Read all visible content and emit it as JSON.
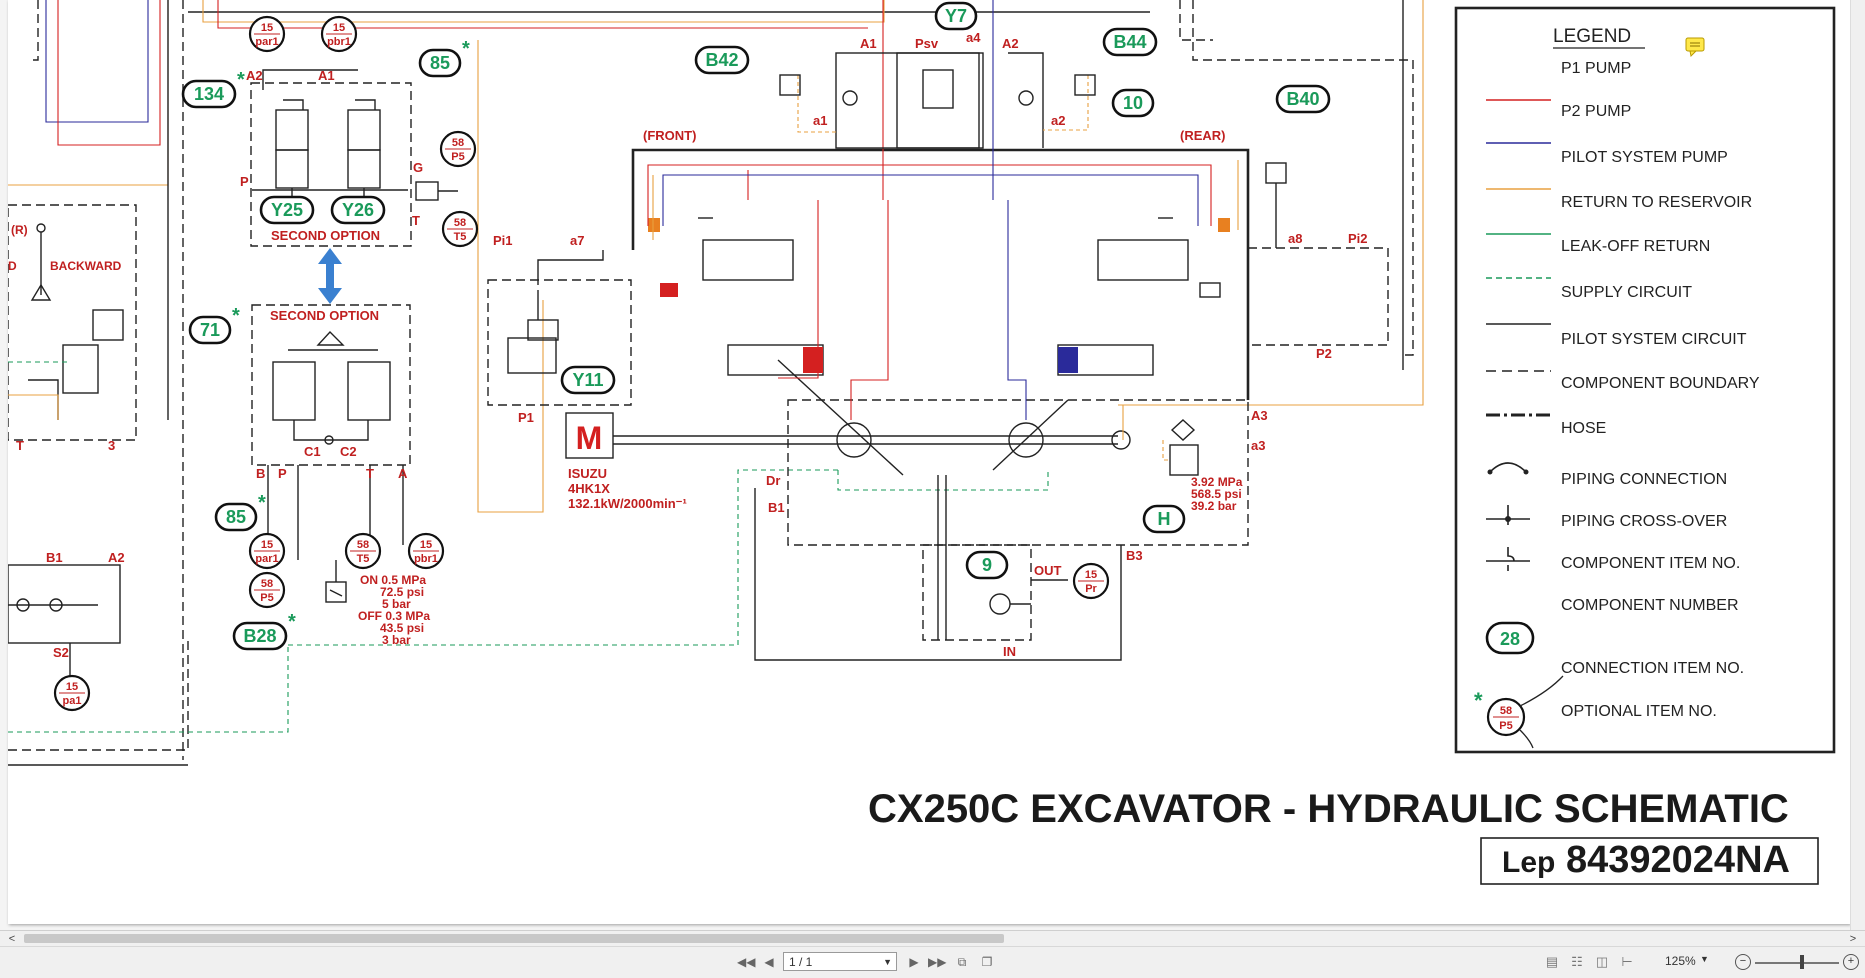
{
  "document": {
    "title": "CX250C  EXCAVATOR - HYDRAULIC SCHEMATIC",
    "lep_prefix": "Lep",
    "lep_number": "84392024NA"
  },
  "legend": {
    "heading": "LEGEND",
    "items": [
      {
        "label": "P1 PUMP",
        "color": "#d42020"
      },
      {
        "label": "P2 PUMP",
        "color": "#2a2a9a"
      },
      {
        "label": "PILOT SYSTEM PUMP",
        "color": "#f0a030"
      },
      {
        "label": "RETURN TO RESERVOIR",
        "color": "#1a9a5a"
      },
      {
        "label": "LEAK-OFF RETURN",
        "color": "#1a9a5a"
      },
      {
        "label": "SUPPLY CIRCUIT",
        "color": "#222222"
      },
      {
        "label": "PILOT SYSTEM CIRCUIT",
        "color": "#222222"
      },
      {
        "label": "COMPONENT BOUNDARY",
        "color": "#222222"
      },
      {
        "label": "HOSE",
        "color": "#222222"
      },
      {
        "label": "PIPING CONNECTION",
        "color": "#222222"
      },
      {
        "label": "PIPING CROSS-OVER",
        "color": "#222222"
      },
      {
        "label": "COMPONENT ITEM NO.",
        "color": "#222222"
      },
      {
        "label": "COMPONENT NUMBER",
        "color": "#222222"
      },
      {
        "label": "CONNECTION ITEM NO.",
        "color": "#222222"
      },
      {
        "label": "OPTIONAL ITEM NO.",
        "color": "#222222"
      }
    ],
    "sample_component": "28",
    "sample_conn_top": "58",
    "sample_conn_bottom": "P5",
    "optional_mark": "*"
  },
  "colors": {
    "p1": "#d42020",
    "p2": "#2a2a9a",
    "pilot": "#e8a040",
    "return": "#1a9a5a",
    "component_text": "#1a9a5a",
    "conn_text": "#c02020"
  },
  "components": [
    {
      "id": "134"
    },
    {
      "id": "85"
    },
    {
      "id": "Y25"
    },
    {
      "id": "Y26"
    },
    {
      "id": "71"
    },
    {
      "id": "85"
    },
    {
      "id": "B28"
    },
    {
      "id": "Y11"
    },
    {
      "id": "B42"
    },
    {
      "id": "Y7"
    },
    {
      "id": "B44"
    },
    {
      "id": "10"
    },
    {
      "id": "B40"
    },
    {
      "id": "9"
    },
    {
      "id": "H"
    }
  ],
  "connections": [
    {
      "top": "15",
      "bottom": "par1"
    },
    {
      "top": "15",
      "bottom": "pbr1"
    },
    {
      "top": "58",
      "bottom": "P5"
    },
    {
      "top": "58",
      "bottom": "T5"
    },
    {
      "top": "15",
      "bottom": "par1"
    },
    {
      "top": "58",
      "bottom": "T5"
    },
    {
      "top": "15",
      "bottom": "pbr1"
    },
    {
      "top": "58",
      "bottom": "P5"
    },
    {
      "top": "15",
      "bottom": "Pr"
    },
    {
      "top": "15",
      "bottom": "pa1"
    }
  ],
  "labels": {
    "second_option_top": "SECOND OPTION",
    "second_option_bottom": "SECOND OPTION",
    "front": "(FRONT)",
    "rear": "(REAR)",
    "backward": "BACKWARD",
    "r_mark": "(R)",
    "d_mark": "D",
    "engine_letter": "M",
    "engine_model1": "ISUZU",
    "engine_model2": "4HK1X",
    "engine_power": "132.1kW/2000min⁻¹",
    "ports": [
      "A2",
      "A1",
      "P",
      "G",
      "T",
      "B",
      "P",
      "C1",
      "C2",
      "T",
      "A",
      "Pi1",
      "a7",
      "P1",
      "A1",
      "Psv",
      "a4",
      "A2",
      "a1",
      "a2",
      "a8",
      "Pi2",
      "P2",
      "A3",
      "a3",
      "Dr",
      "B1",
      "B3",
      "OUT",
      "IN",
      "B1",
      "A2",
      "S2",
      "T",
      "3"
    ],
    "switch_on": "ON 0.5 MPa",
    "switch_on_psi": "72.5 psi",
    "switch_on_bar": "5 bar",
    "switch_off": "OFF  0.3 MPa",
    "switch_off_psi": "43.5 psi",
    "switch_off_bar": "3 bar",
    "relief_mpa": "3.92 MPa",
    "relief_psi": "568.5 psi",
    "relief_bar": "39.2 bar"
  },
  "viewer": {
    "page_indicator": "1 / 1",
    "zoom": "125%"
  }
}
